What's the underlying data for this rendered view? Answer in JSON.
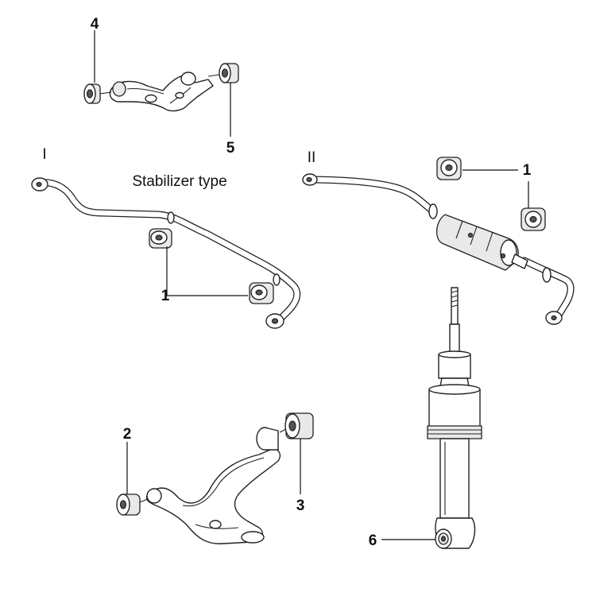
{
  "caption": "Stabilizer type",
  "variants": {
    "one": "I",
    "two": "II"
  },
  "callouts": {
    "c1a": "1",
    "c1b": "1",
    "c2": "2",
    "c3": "3",
    "c4": "4",
    "c5": "5",
    "c6": "6"
  }
}
